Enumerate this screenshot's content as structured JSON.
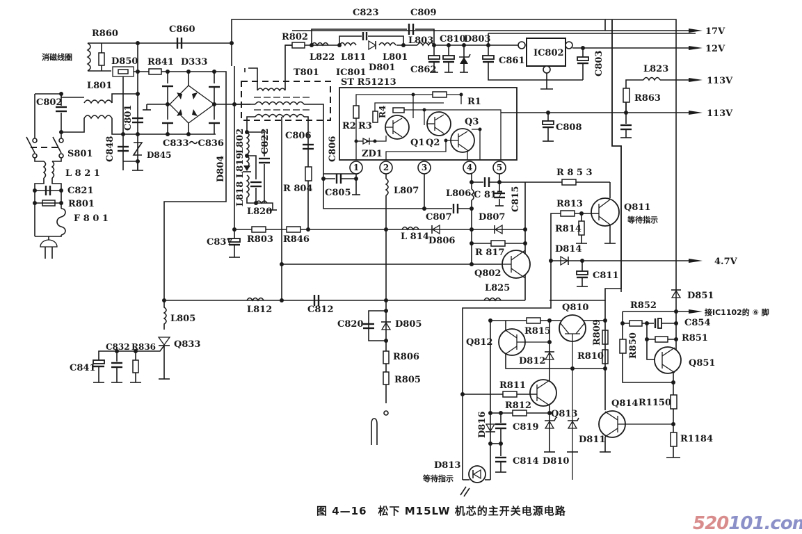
{
  "figure": {
    "caption": "图 4—16　松下 M15LW 机芯的主开关电源电路",
    "watermark_part1": "520",
    "watermark_part2": "101.com",
    "watermark_colors": {
      "part1": "#d98c8c",
      "part2": "#8c90c8"
    }
  },
  "ic801": {
    "name": "IC801",
    "model": "ST R51213",
    "pins": [
      "1",
      "2",
      "3",
      "4",
      "5"
    ],
    "internal": [
      "R1",
      "R2",
      "R3",
      "R4",
      "Q1",
      "Q2",
      "Q3",
      "ZD1"
    ]
  },
  "ic802": {
    "name": "IC802"
  },
  "transformer": {
    "name": "T801"
  },
  "outputs": [
    {
      "id": "out-17v",
      "label": "17V"
    },
    {
      "id": "out-12v",
      "label": "12V"
    },
    {
      "id": "out-113v-a",
      "label": "113V"
    },
    {
      "id": "out-113v-b",
      "label": "113V"
    },
    {
      "id": "out-4v7",
      "label": "4.7V"
    },
    {
      "id": "out-ic1102",
      "label": "接IC1102的 ⑥ 脚"
    }
  ],
  "annotations": {
    "degauss_coil": "消磁线圈",
    "standby_q811": "等待指示",
    "standby_d813": "等待指示"
  },
  "labels": {
    "R860": "R860",
    "C860": "C860",
    "D850": "D850",
    "R841": "R841",
    "D333": "D333",
    "L801a": "L801",
    "C802": "C802",
    "C801": "C801",
    "C833_836": "C833～C836",
    "C848": "C848",
    "D845": "D845",
    "S801": "S801",
    "L821": "L 8 2 1",
    "C821": "C821",
    "R801": "R801",
    "F801": "F 8 0 1",
    "D804": "D804",
    "C837": "C837",
    "R803": "R803",
    "R846": "R846",
    "R804": "R 804",
    "C806a": "C806",
    "C806b": "C806",
    "C805": "C805",
    "L807": "L807",
    "L806": "L806",
    "C817": "C 817",
    "C815": "C815",
    "C807": "C807",
    "D807": "D807",
    "L814": "L 814",
    "D806": "D806",
    "R817": "R 817",
    "Q802": "Q802",
    "L825": "L825",
    "L812": "L812",
    "C812": "C812",
    "L805": "L805",
    "Q833": "Q833",
    "C832": "C832",
    "R836": "R836",
    "C841": "C841",
    "C820": "C820",
    "D805": "D805",
    "R806": "R806",
    "R805": "R805",
    "L802": "L802",
    "L819": "L819",
    "L818": "L818",
    "L820": "L820",
    "C822": "C822",
    "R802": "R802",
    "L822": "L822",
    "L811": "L811",
    "D801": "D801",
    "L801b": "L801",
    "C823": "C823",
    "C809": "C809",
    "L803": "L803",
    "C862": "C862",
    "C810": "C810",
    "D803": "D803",
    "C861": "C861",
    "C803": "C803",
    "L823": "L823",
    "R863": "R863",
    "C808": "C808",
    "R853": "R 8 5 3",
    "R813": "R813",
    "Q811": "Q811",
    "R814": "R814",
    "D814": "D814",
    "C811": "C811",
    "D851": "D851",
    "R852": "R852",
    "C854": "C854",
    "R851": "R851",
    "R850": "R850",
    "Q851": "Q851",
    "R1150": "R1150",
    "R1184": "R1184",
    "Q814": "Q814",
    "Q810": "Q810",
    "R815": "R815",
    "Q812": "Q812",
    "D812": "D812",
    "R809": "R809",
    "R810": "R810",
    "R811": "R811",
    "R812": "R812",
    "Q813": "Q813",
    "C819": "C819",
    "D816": "D816",
    "D811": "D811",
    "C814": "C814",
    "D810": "D810",
    "D813": "D813"
  }
}
